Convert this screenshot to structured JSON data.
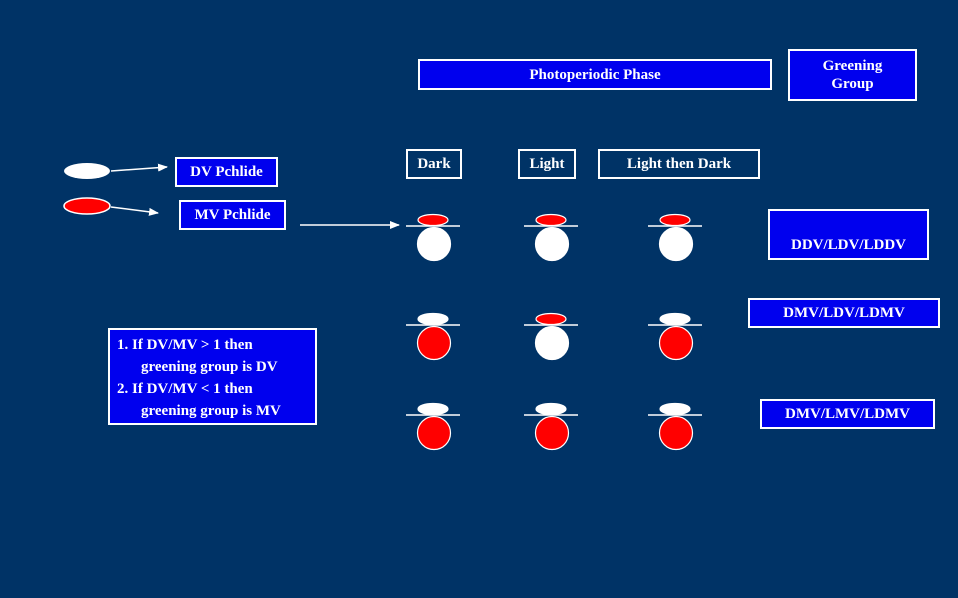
{
  "header": {
    "phase_title": "Photoperiodic Phase",
    "greening_group_line1": "Greening",
    "greening_group_line2": "Group"
  },
  "columns": [
    "Dark",
    "Light",
    "Light then Dark"
  ],
  "legend": {
    "dv_label": "DV Pchlide",
    "mv_label": "MV Pchlide",
    "dv_color": "#ffffff",
    "mv_color": "#ff0000"
  },
  "rules": {
    "line1": "1. If DV/MV > 1 then",
    "line2": "greening group is DV",
    "line3": "2. If DV/MV < 1 then",
    "line4": "greening group is MV"
  },
  "groups": [
    "DDV/LDV/LDDV",
    "DMV/LDV/LDMV",
    "DMV/LMV/LDMV"
  ],
  "matrix": [
    [
      {
        "top": "MV",
        "bottom": "DV"
      },
      {
        "top": "MV",
        "bottom": "DV"
      },
      {
        "top": "MV",
        "bottom": "DV"
      }
    ],
    [
      {
        "top": "DV",
        "bottom": "MV"
      },
      {
        "top": "MV",
        "bottom": "DV"
      },
      {
        "top": "DV",
        "bottom": "MV"
      }
    ],
    [
      {
        "top": "DV",
        "bottom": "MV"
      },
      {
        "top": "DV",
        "bottom": "MV"
      },
      {
        "top": "DV",
        "bottom": "MV"
      }
    ]
  ]
}
